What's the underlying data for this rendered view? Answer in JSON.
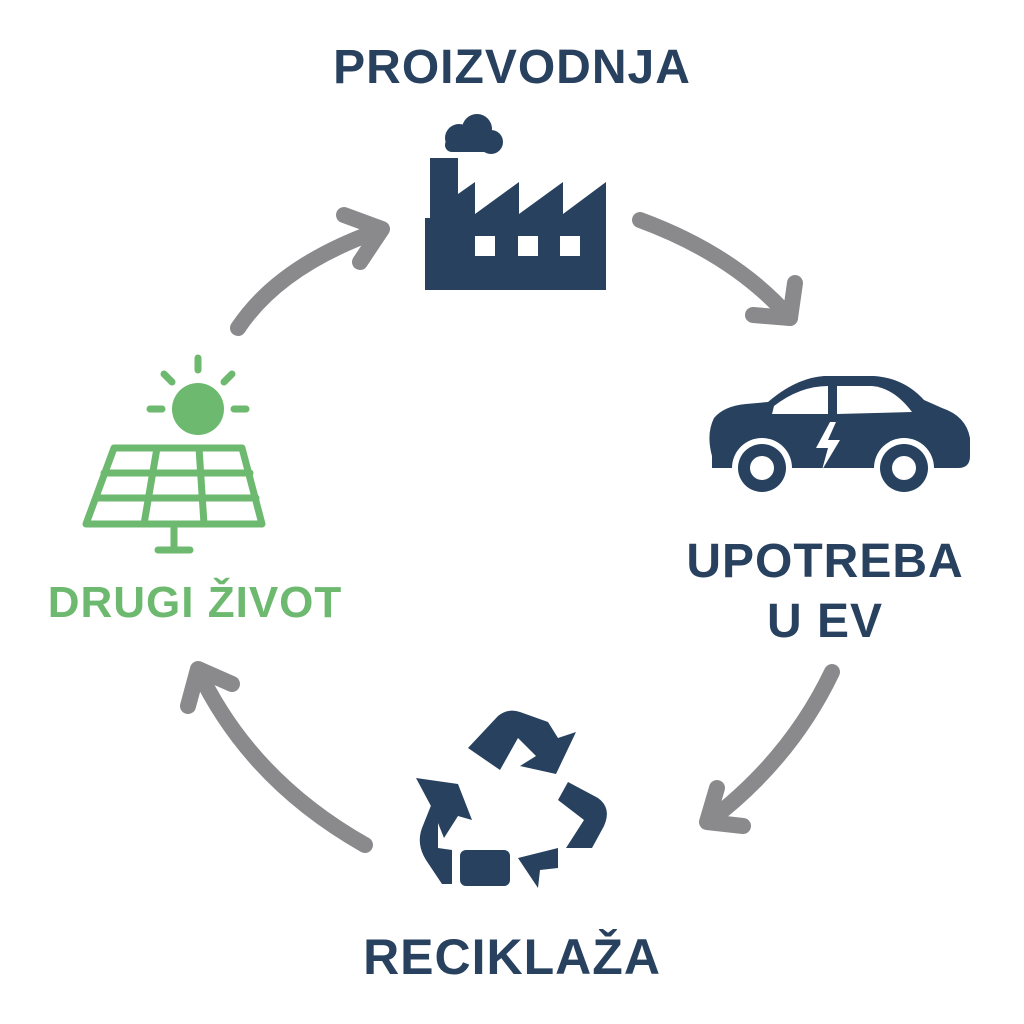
{
  "stages": {
    "production": {
      "label": "PROIZVODNJA",
      "icon": "factory-icon"
    },
    "use": {
      "label_line1": "UPOTREBA",
      "label_line2": "U EV",
      "icon": "electric-car-icon"
    },
    "recycling": {
      "label": "RECIKLAŽA",
      "icon": "recycle-icon"
    },
    "second_life": {
      "label": "DRUGI ŽIVOT",
      "icon": "solar-panel-icon"
    }
  },
  "colors": {
    "primary": "#27415f",
    "secondary": "#6db96f",
    "arrow": "#8a8a8d",
    "background": "#ffffff"
  }
}
